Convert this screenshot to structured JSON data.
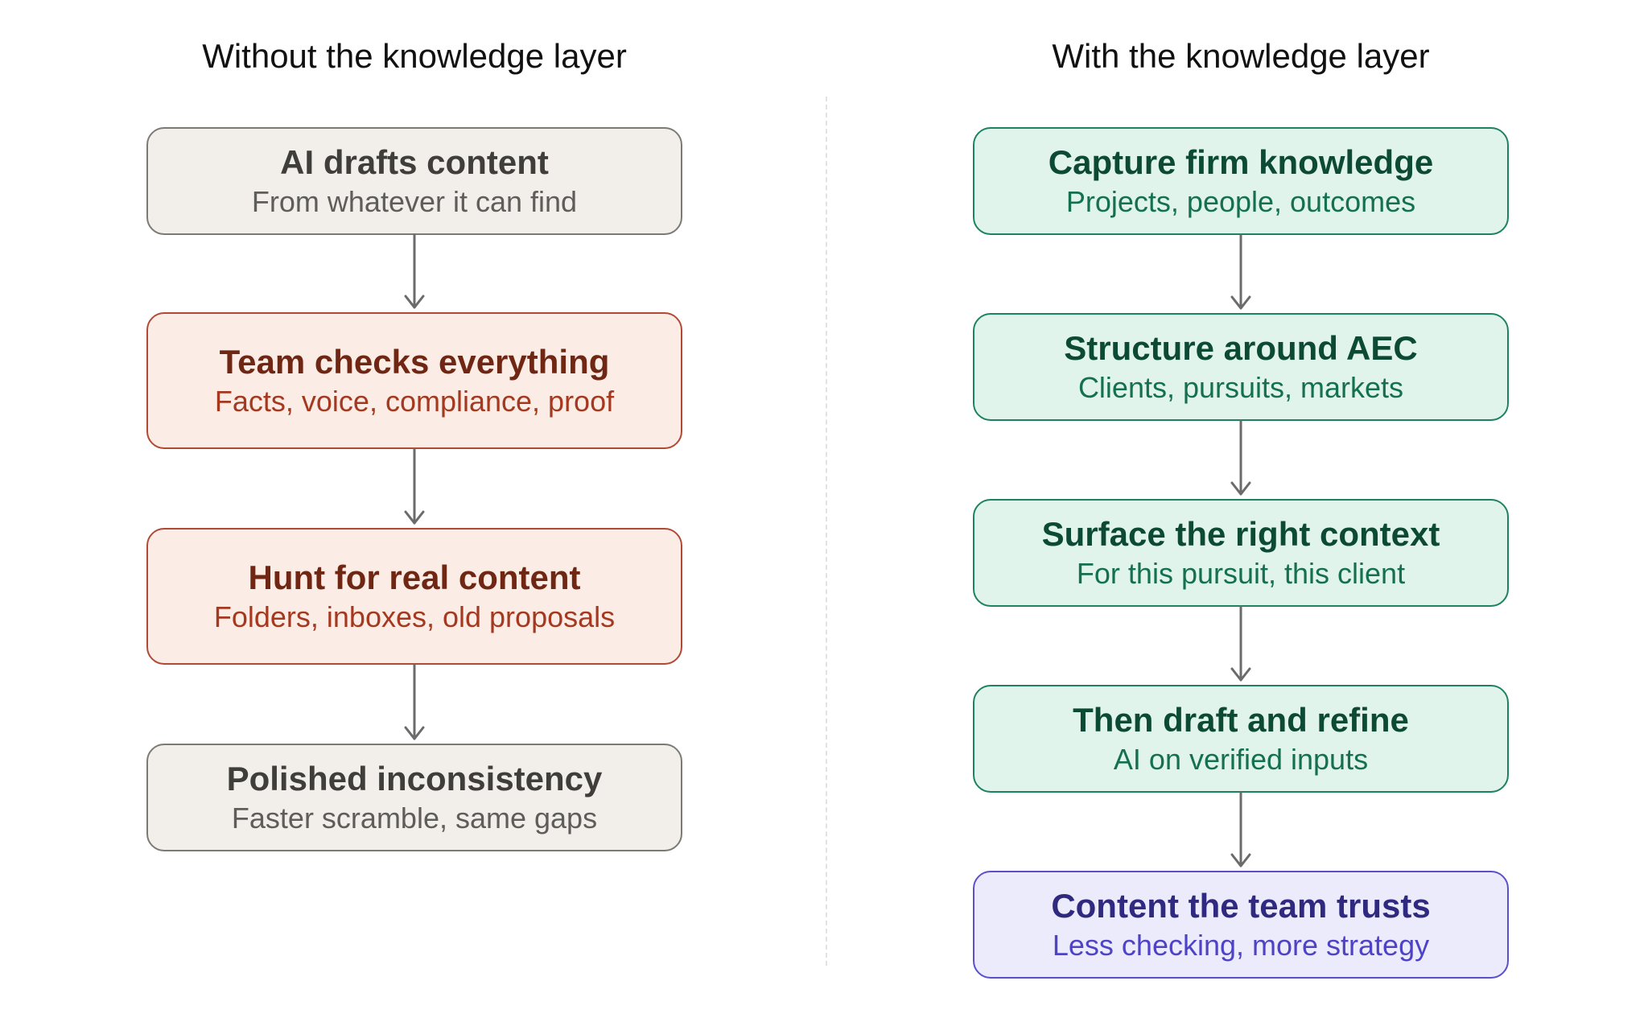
{
  "left_column": {
    "title": "Without the knowledge layer",
    "steps": [
      {
        "title": "AI drafts content",
        "subtitle": "From whatever it can find"
      },
      {
        "title": "Team checks everything",
        "subtitle": "Facts, voice, compliance, proof"
      },
      {
        "title": "Hunt for real content",
        "subtitle": "Folders, inboxes, old proposals"
      },
      {
        "title": "Polished inconsistency",
        "subtitle": "Faster scramble, same gaps"
      }
    ]
  },
  "right_column": {
    "title": "With the knowledge layer",
    "steps": [
      {
        "title": "Capture firm knowledge",
        "subtitle": "Projects, people, outcomes"
      },
      {
        "title": "Structure around AEC",
        "subtitle": "Clients, pursuits, markets"
      },
      {
        "title": "Surface the right context",
        "subtitle": "For this pursuit, this client"
      },
      {
        "title": "Then draft and refine",
        "subtitle": "AI on verified inputs"
      },
      {
        "title": "Content the team trusts",
        "subtitle": "Less checking, more strategy"
      }
    ]
  },
  "colors": {
    "neutral_fill": "#f2efea",
    "problem_fill": "#fbece6",
    "process_fill": "#e0f4ec",
    "outcome_fill": "#ecebfc",
    "arrow": "#6b6b6b"
  }
}
